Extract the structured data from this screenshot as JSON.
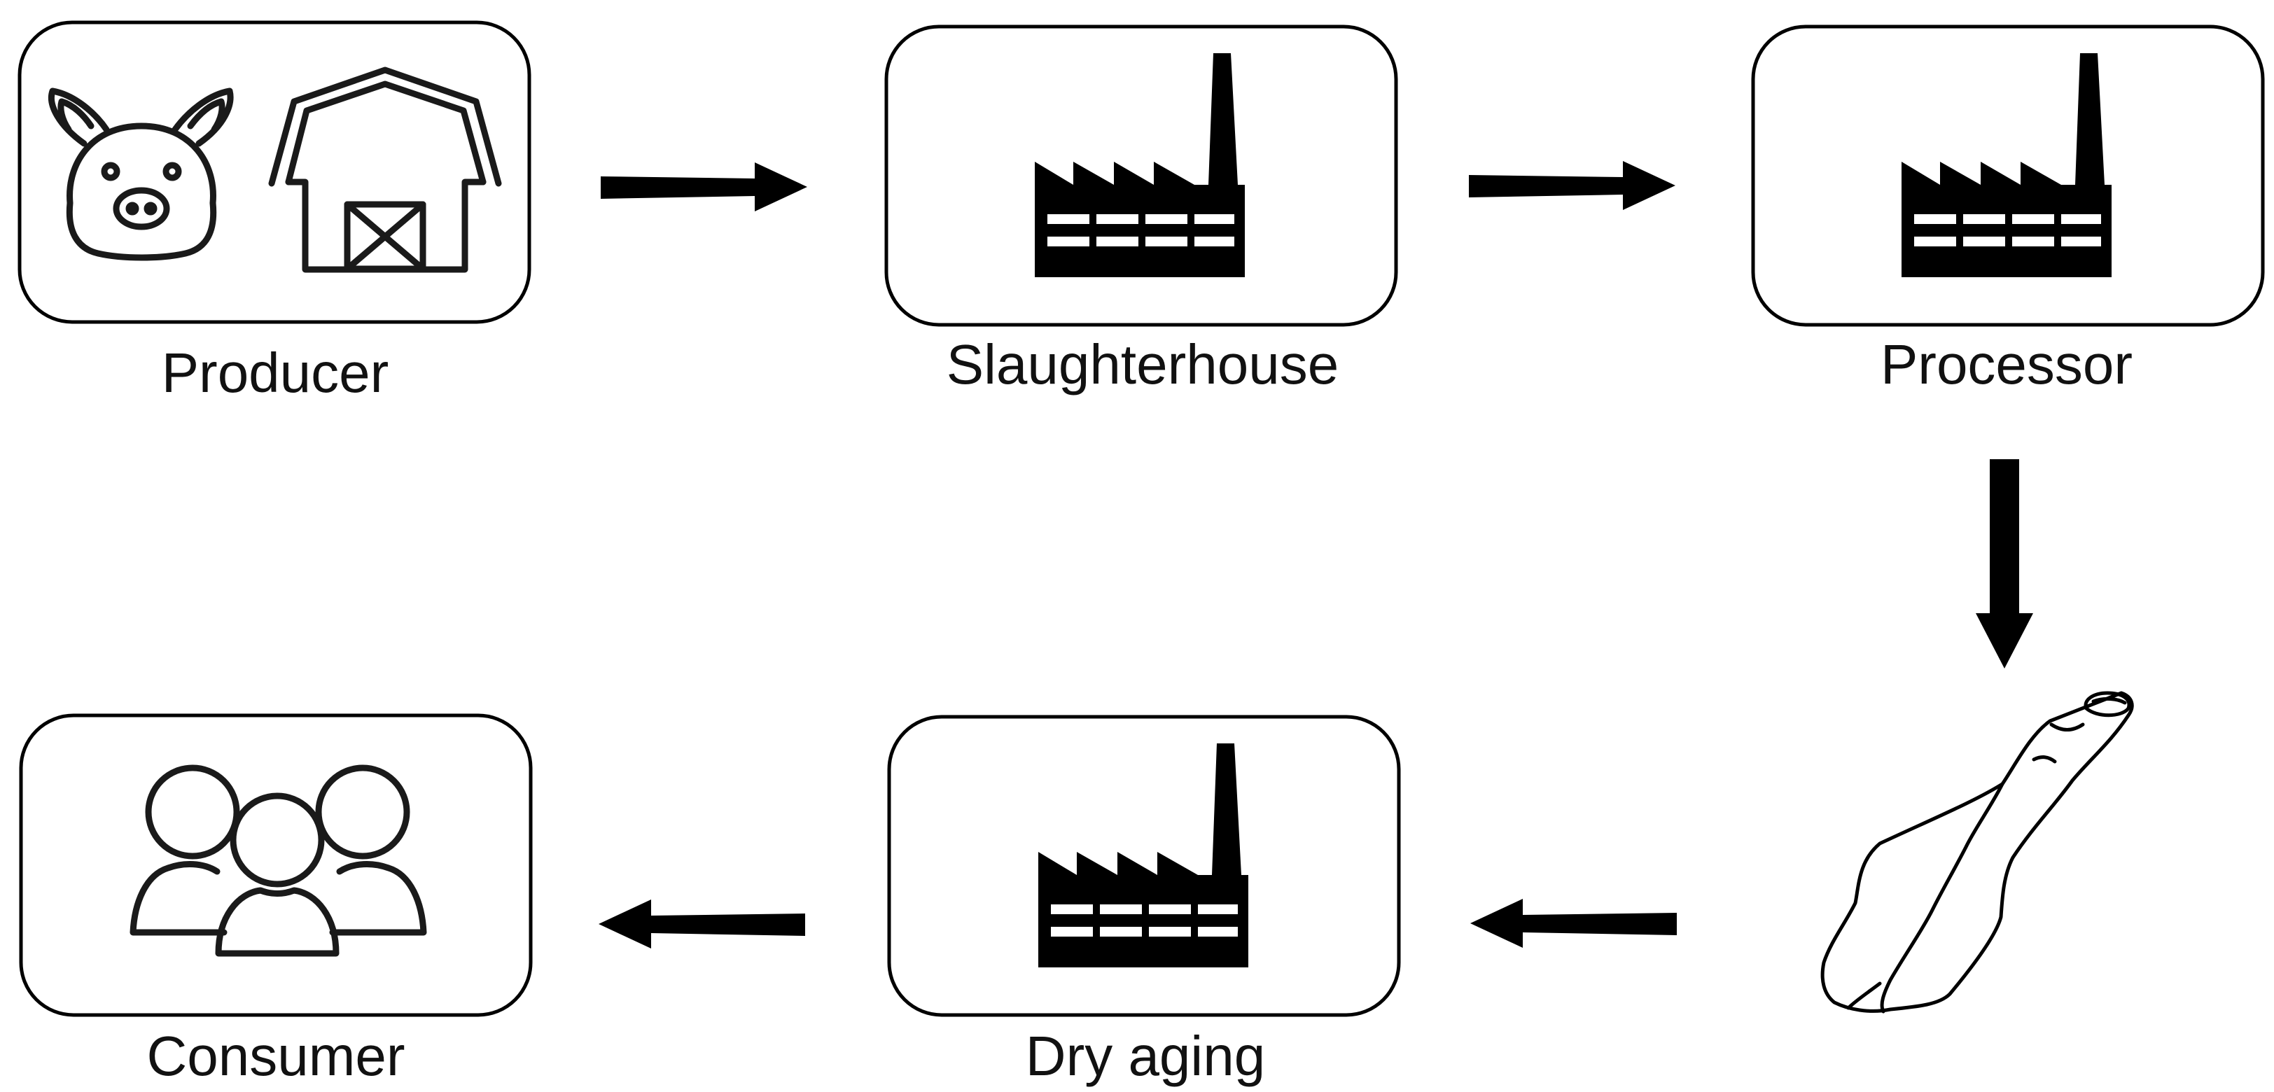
{
  "diagram": {
    "steps": {
      "producer": "Producer",
      "slaughterhouse": "Slaughterhouse",
      "processor": "Processor",
      "dry_aging": "Dry aging",
      "consumer": "Consumer"
    },
    "icons": {
      "producer": [
        "pig-icon",
        "barn-icon"
      ],
      "slaughterhouse": "factory-icon",
      "processor": "factory-icon",
      "product": "ham-leg-icon",
      "dry_aging": "factory-icon",
      "consumer": "people-group-icon"
    },
    "flow": [
      "Producer",
      "Slaughterhouse",
      "Processor",
      "ham-leg",
      "Dry aging",
      "Consumer"
    ],
    "colors": {
      "ink": "#000000",
      "background": "#ffffff"
    }
  }
}
